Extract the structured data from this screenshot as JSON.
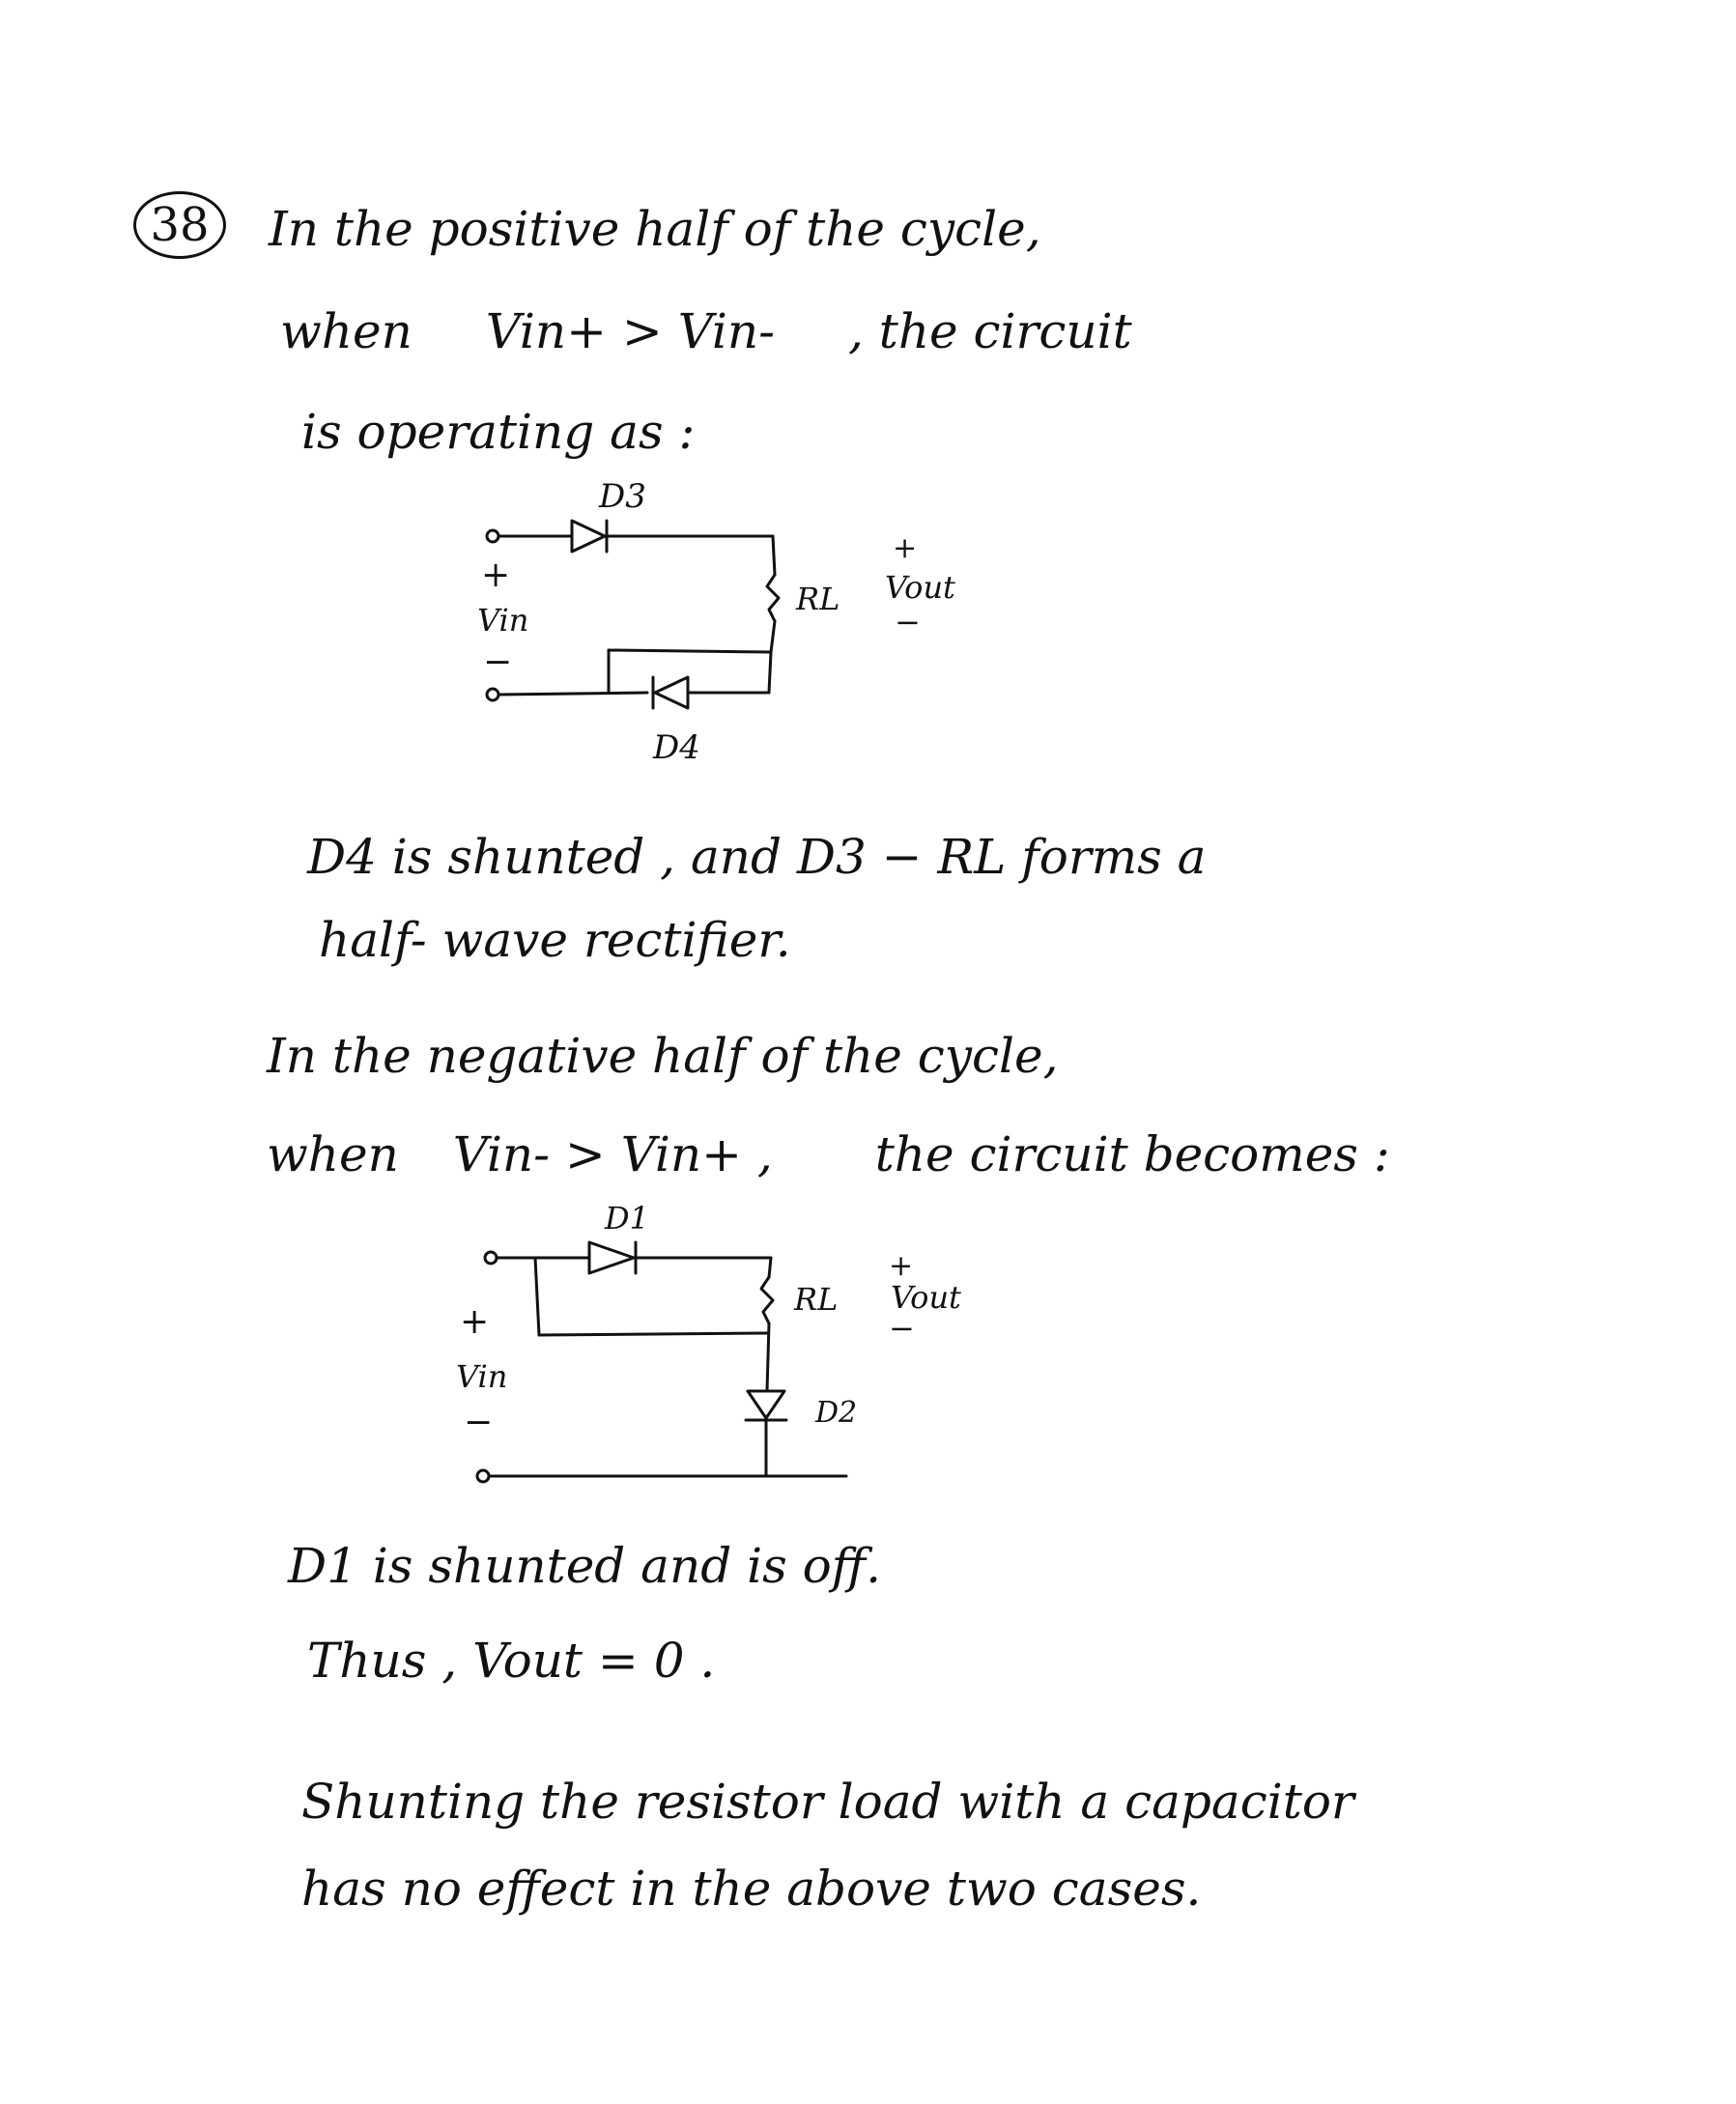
{
  "problem_number": "38",
  "paragraph1": {
    "line1": "In the positive half of the cycle,",
    "line2_prefix": "when",
    "line2_condition": "Vin+ > Vin-",
    "line2_suffix": ", the circuit",
    "line3": "is operating as :"
  },
  "circuit1": {
    "diode_top_label": "D3",
    "diode_bottom_label": "D4",
    "resistor_label": "RL",
    "input_plus": "+",
    "input_label": "Vin",
    "input_minus": "−",
    "output_plus": "+",
    "output_label": "Vout",
    "output_minus": "−"
  },
  "paragraph2": {
    "line1": "D4 is shunted , and D3 − RL forms a",
    "line2": "half- wave rectifier."
  },
  "paragraph3": {
    "line1": "In the negative half of the cycle,",
    "line2_prefix": "when",
    "line2_condition": "Vin- > Vin+ ,",
    "line2_suffix": "the circuit becomes :"
  },
  "circuit2": {
    "diode_top_label": "D1",
    "diode_bottom_label": "D2",
    "resistor_label": "RL",
    "input_plus": "+",
    "input_label": "Vin",
    "input_minus": "−",
    "output_plus": "+",
    "output_label": "Vout",
    "output_minus": "−"
  },
  "paragraph4": {
    "line1": "D1 is shunted and is off.",
    "line2": "Thus , Vout = 0 ."
  },
  "paragraph5": {
    "line1": "Shunting the resistor load with a capacitor",
    "line2": "has no effect in the above two cases."
  }
}
